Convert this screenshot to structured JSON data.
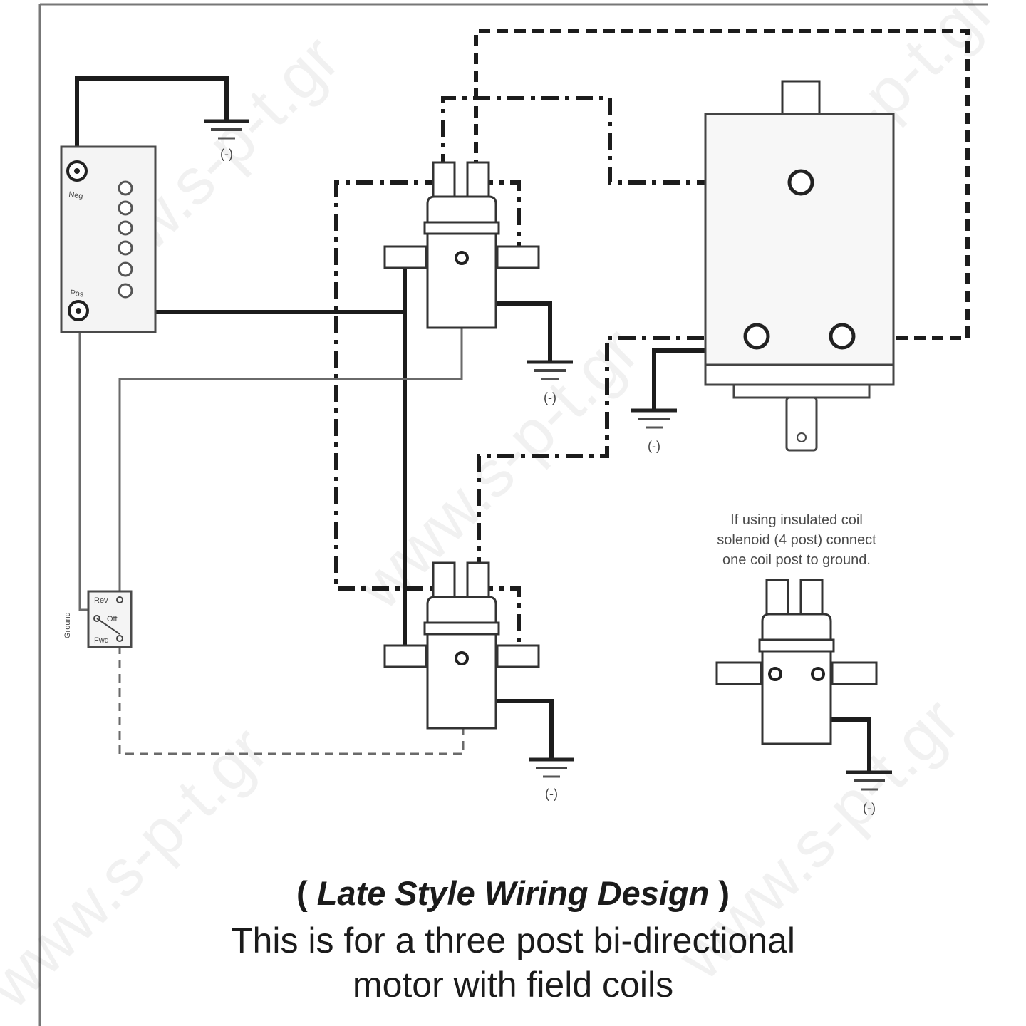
{
  "control_box": {
    "neg_label": "Neg",
    "pos_label": "Pos"
  },
  "ground_label": "(-)",
  "switch": {
    "rev_label": "Rev",
    "off_label": "Off",
    "fwd_label": "Fwd",
    "side_label": "Ground"
  },
  "note": {
    "line1": "If using insulated coil",
    "line2": "solenoid (4 post) connect",
    "line3": "one coil post to ground."
  },
  "caption": {
    "open_paren": "(",
    "title": "Late Style Wiring Design",
    "close_paren": ")",
    "line1": "This is for a three post bi-directional",
    "line2": "motor with field coils"
  },
  "watermark": "www.s-p-t.gr"
}
